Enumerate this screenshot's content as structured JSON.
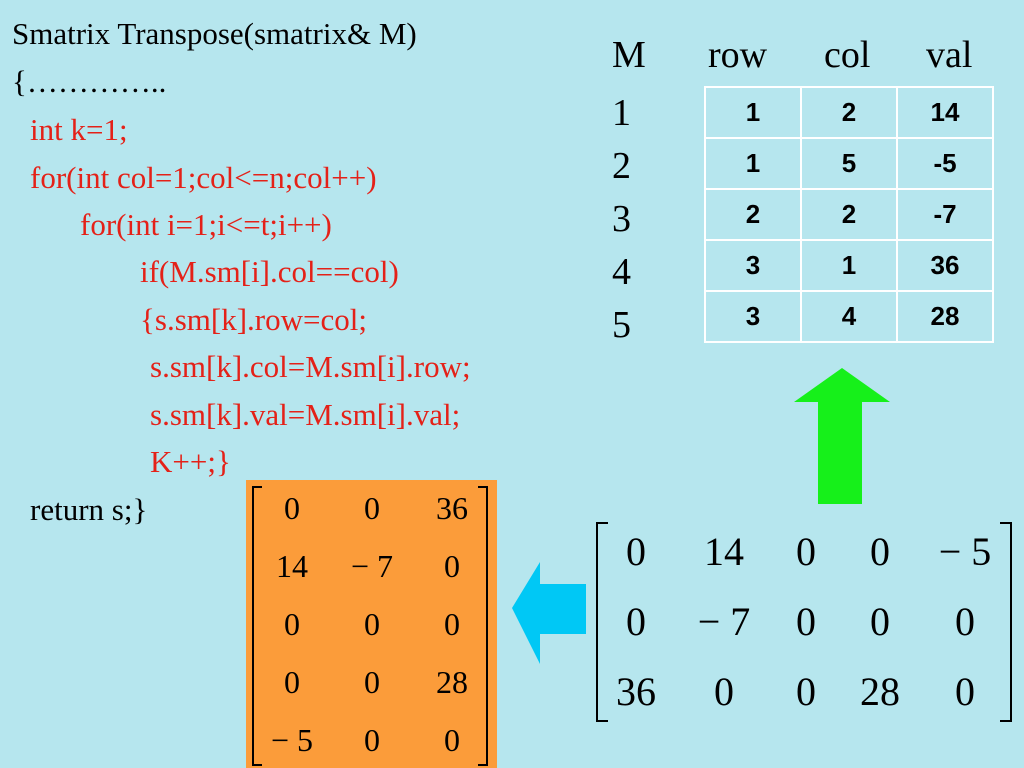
{
  "code": {
    "signature": "Smatrix Transpose(smatrix& M)",
    "open_brace": "{…………..",
    "line_k": "int k=1;",
    "line_for_col": "for(int col=1;col<=n;col++)",
    "line_for_i": "for(int i=1;i<=t;i++)",
    "line_if": "if(M.sm[i].col==col)",
    "line_row": "{s.sm[k].row=col;",
    "line_col": "s.sm[k].col=M.sm[i].row;",
    "line_val": "s.sm[k].val=M.sm[i].val;",
    "line_inc": "K++;}",
    "line_return": "return s;}"
  },
  "triplet": {
    "headers": [
      "M",
      "row",
      "col",
      "val"
    ],
    "indices": [
      "1",
      "2",
      "3",
      "4",
      "5"
    ],
    "rows": [
      [
        "1",
        "2",
        "14"
      ],
      [
        "1",
        "5",
        "-5"
      ],
      [
        "2",
        "2",
        "-7"
      ],
      [
        "3",
        "1",
        "36"
      ],
      [
        "3",
        "4",
        "28"
      ]
    ]
  },
  "original_matrix": [
    [
      "0",
      "14",
      "0",
      "0",
      "− 5"
    ],
    [
      "0",
      "− 7",
      "0",
      "0",
      "0"
    ],
    [
      "36",
      "0",
      "0",
      "28",
      "0"
    ]
  ],
  "transposed_matrix": [
    [
      "0",
      "0",
      "36"
    ],
    [
      "14",
      "− 7",
      "0"
    ],
    [
      "0",
      "0",
      "0"
    ],
    [
      "0",
      "0",
      "28"
    ],
    [
      "− 5",
      "0",
      "0"
    ]
  ],
  "colors": {
    "background": "#b6e6ee",
    "code_red": "#e42118",
    "green_arrow": "#16f01a",
    "cyan_arrow": "#00c8f5",
    "orange_box": "#fb9c3a"
  },
  "icons": [
    "up-arrow-green",
    "left-arrow-cyan"
  ]
}
